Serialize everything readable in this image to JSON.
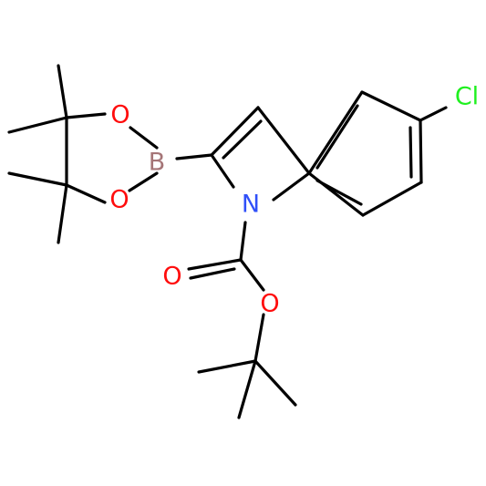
{
  "colors": {
    "bond": "#000000",
    "oxygen": "#ff0d0d",
    "nitrogen": "#3050f8",
    "boron": "#a57577",
    "chlorine": "#1ff01f",
    "carbon": "#000000"
  },
  "atoms": {
    "cl": "Cl",
    "n1": "N",
    "b": "B",
    "o_ring_top": "O",
    "o_ring_bottom": "O",
    "o_carbonyl": "O",
    "o_ester": "O"
  }
}
